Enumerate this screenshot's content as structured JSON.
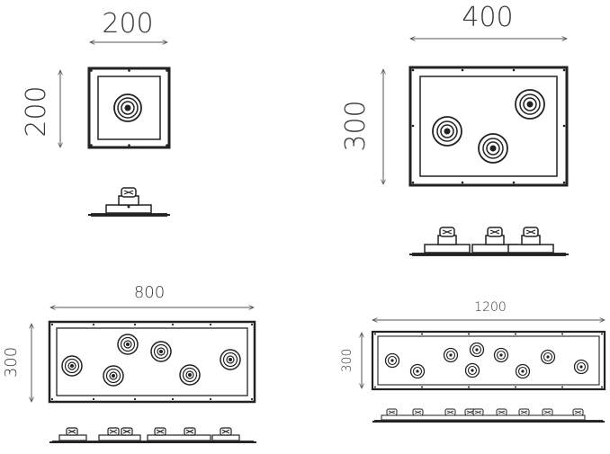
{
  "fixtures": [
    {
      "id": "200x200",
      "width_label": "200",
      "height_label": "200",
      "module_count": 1
    },
    {
      "id": "400x300",
      "width_label": "400",
      "height_label": "300",
      "module_count": 3
    },
    {
      "id": "800x300",
      "width_label": "800",
      "height_label": "300",
      "module_count": 6
    },
    {
      "id": "1200x300",
      "width_label": "1200",
      "height_label": "300",
      "module_count": 9
    }
  ]
}
